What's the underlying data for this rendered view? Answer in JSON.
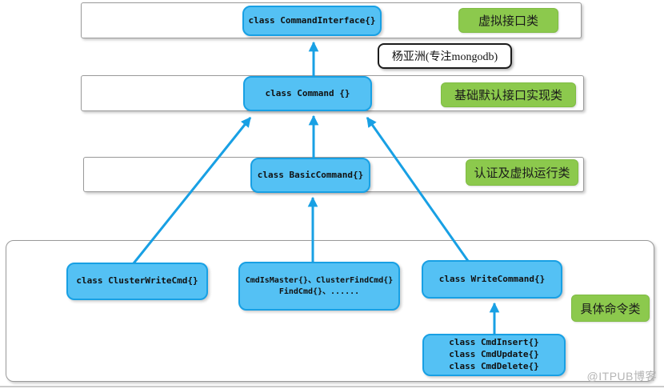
{
  "note": {
    "text": "杨亚洲(专注mongodb)"
  },
  "watermark": {
    "text": "@ITPUB博客"
  },
  "colors": {
    "class_box_fill": "#54C1F4",
    "class_box_border": "#18A0E4",
    "arrow": "#18A0E4",
    "category_label_fill": "#8CC94D",
    "strip_border": "#9A9A9A"
  },
  "rows": [
    {
      "class_text": "class CommandInterface{}",
      "label": "虚拟接口类"
    },
    {
      "class_text": "class Command {}",
      "label": "基础默认接口实现类"
    },
    {
      "class_text": "class BasicCommand{}",
      "label": "认证及虚拟运行类"
    }
  ],
  "bottom": {
    "label": "具体命令类",
    "cluster_write_cmd": "class ClusterWriteCmd{}",
    "cmd_collection": {
      "line1": "CmdIsMaster{}、ClusterFindCmd{}",
      "line2": "FindCmd{}、......"
    },
    "write_command": "class WriteCommand{}",
    "crud_commands": {
      "line1": "class CmdInsert{}",
      "line2": "class CmdUpdate{}",
      "line3": "class CmdDelete{}"
    }
  }
}
